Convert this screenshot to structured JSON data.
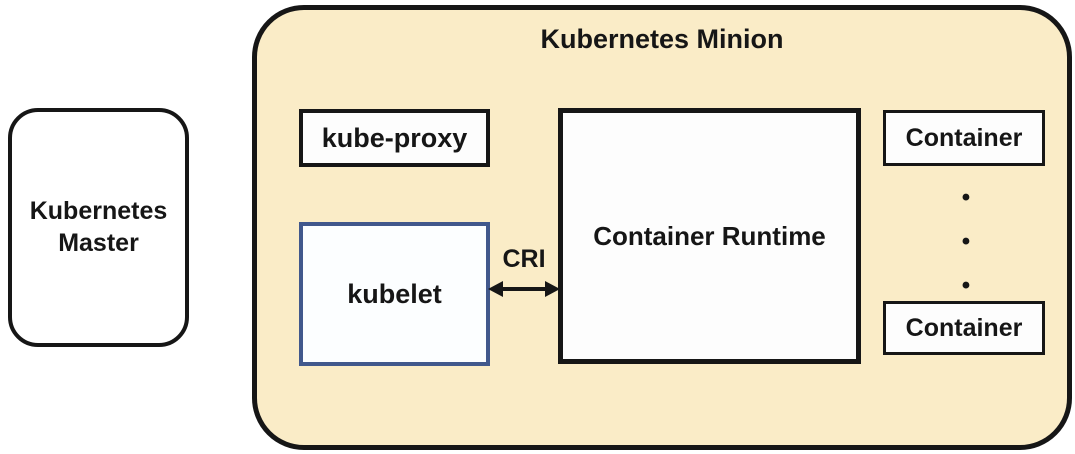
{
  "master": {
    "label": "Kubernetes Master"
  },
  "minion": {
    "title": "Kubernetes Minion",
    "kube_proxy_label": "kube-proxy",
    "kubelet_label": "kubelet",
    "cri_label": "CRI",
    "container_runtime_label": "Container Runtime",
    "container_top_label": "Container",
    "container_bottom_label": "Container",
    "dots": [
      "•",
      "•",
      "•"
    ]
  },
  "colors": {
    "minion_background": "#FAECC7",
    "kubelet_border": "#41588C",
    "kubelet_background": "#FCFEFF",
    "box_border": "#161616",
    "arrow": "#161616"
  }
}
